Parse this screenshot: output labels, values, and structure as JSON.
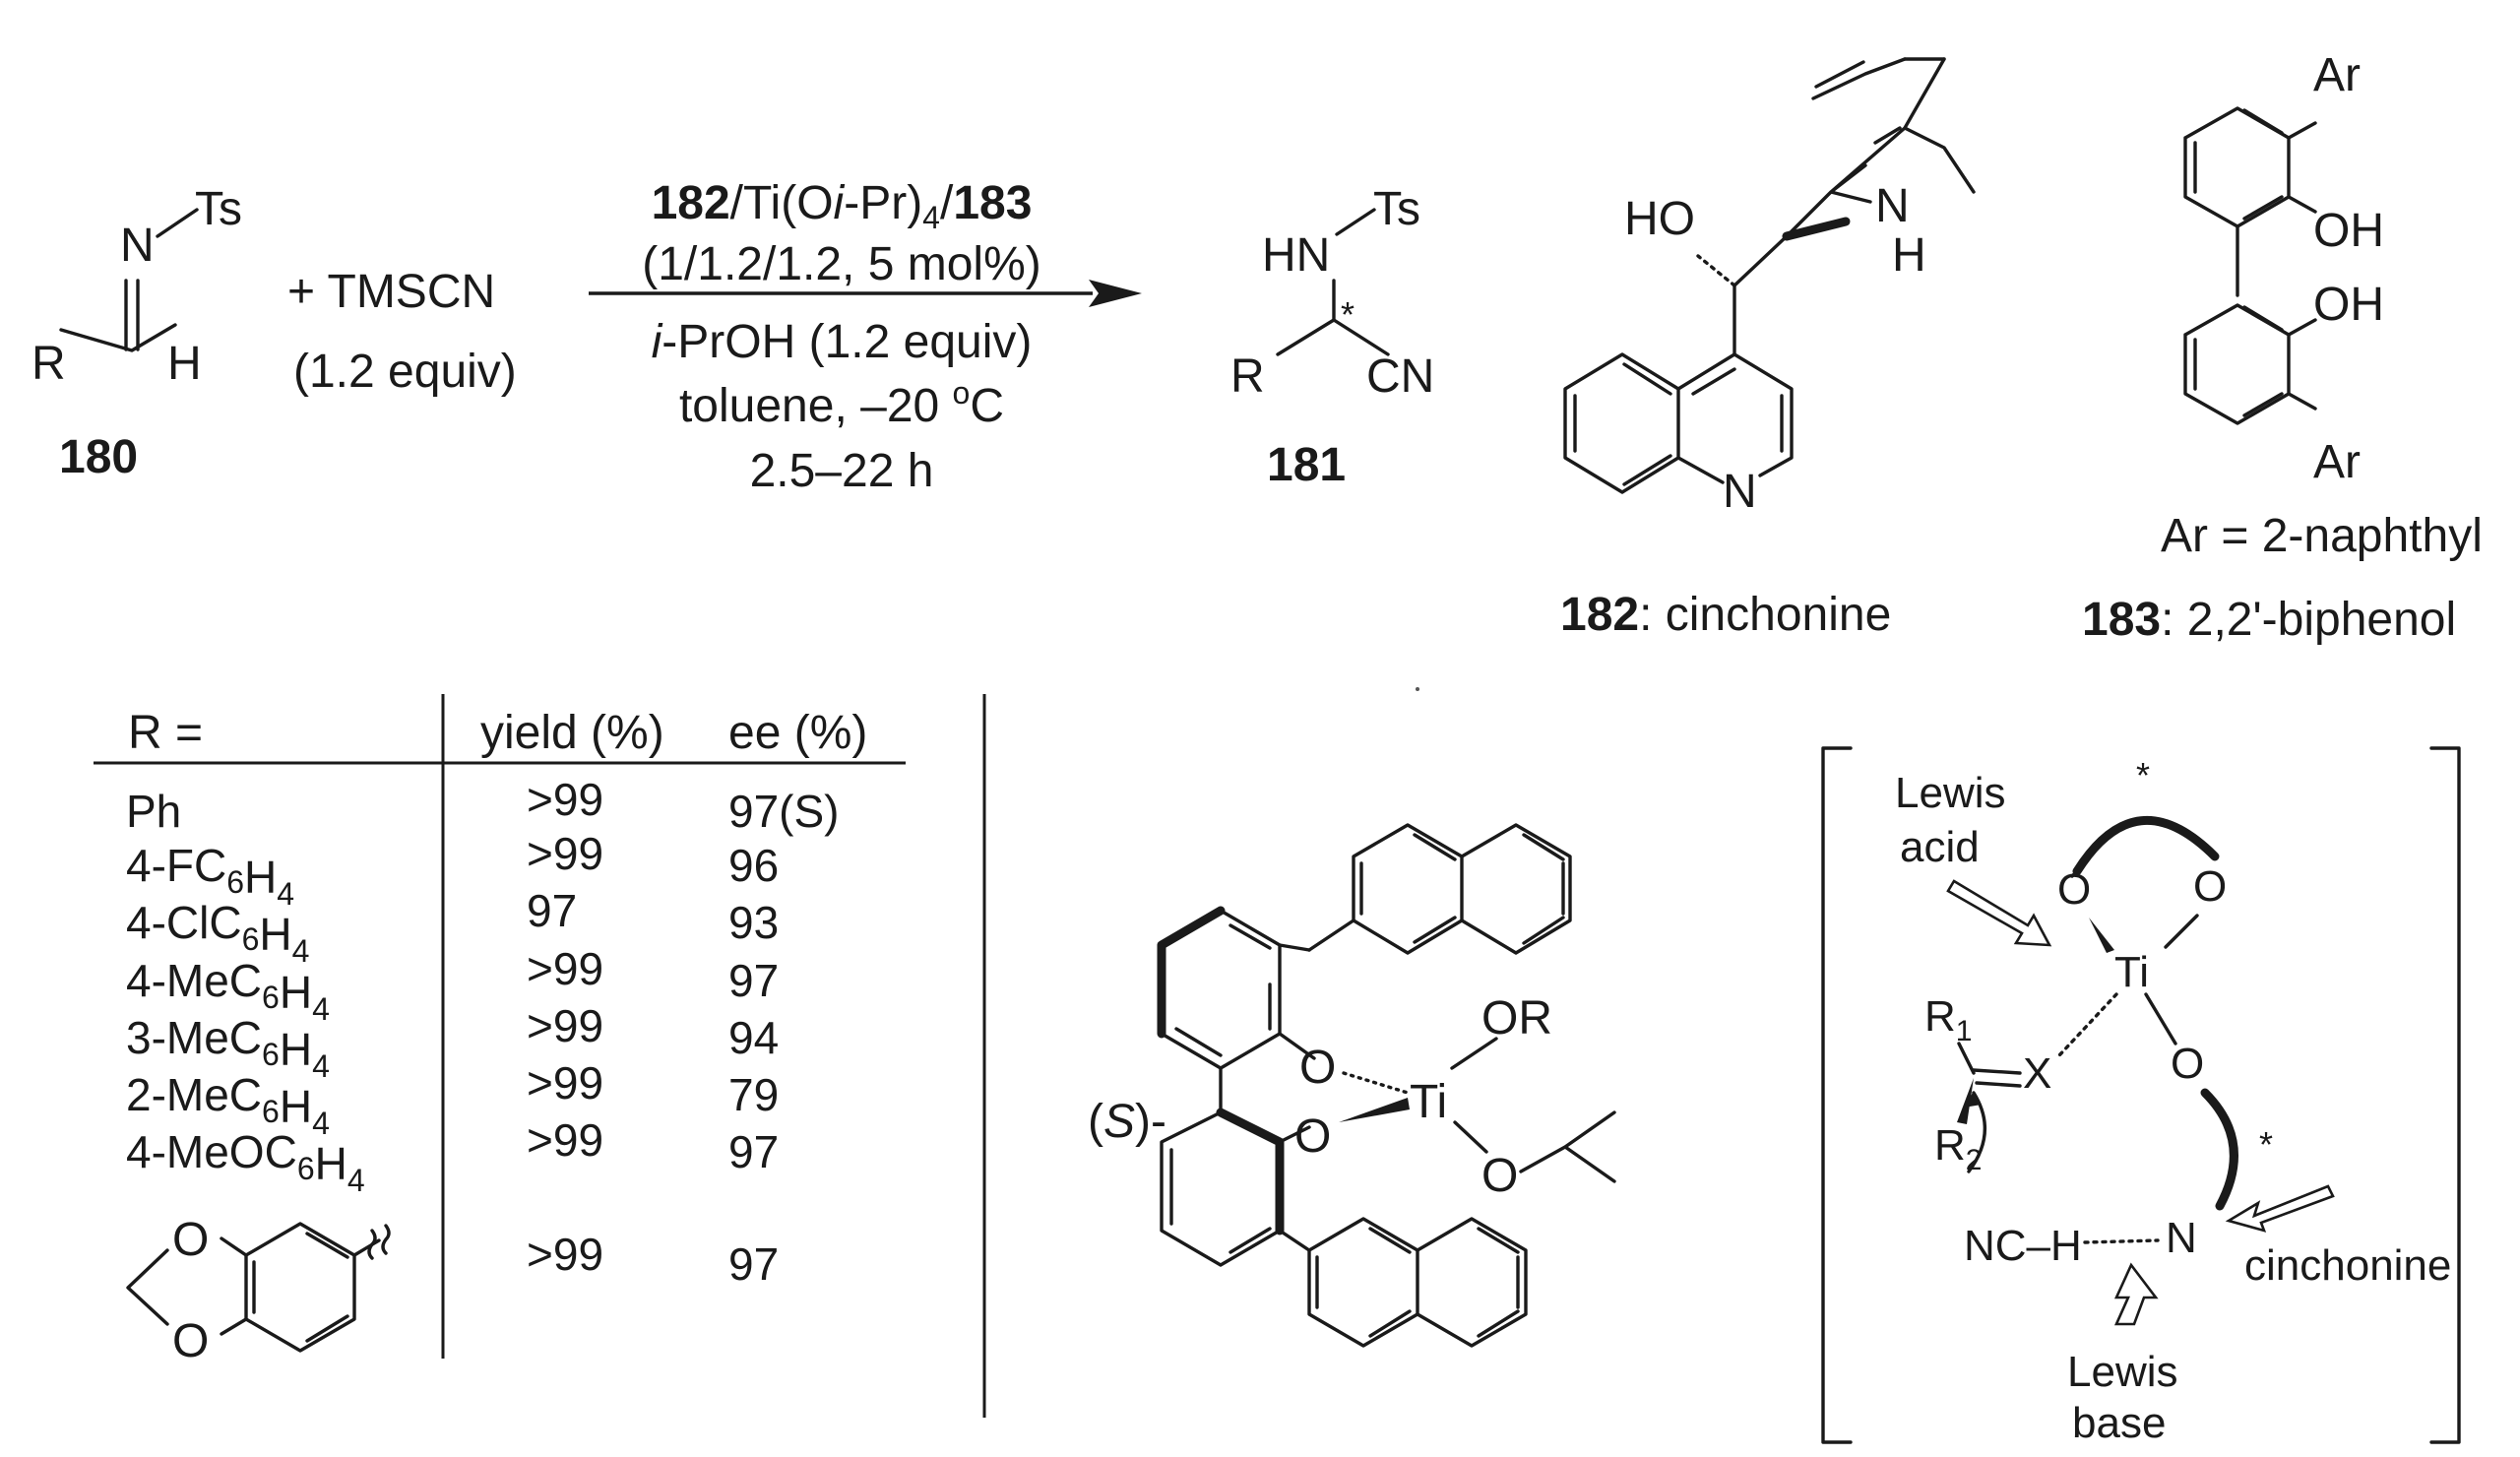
{
  "reaction": {
    "substrate": {
      "label": "180",
      "n": "N",
      "ts": "Ts",
      "r": "R",
      "h": "H"
    },
    "reagent": {
      "name": "+ TMSCN",
      "equiv": "(1.2 equiv)"
    },
    "conditions": {
      "line1_b1": "182",
      "line1_mid": "/Ti(O",
      "line1_i": "i",
      "line1_pr": "-Pr)",
      "line1_sub": "4",
      "line1_slash": "/",
      "line1_b2": "183",
      "line2": "(1/1.2/1.2, 5 mol%)",
      "line3_i": "i",
      "line3_rest": "-PrOH (1.2 equiv)",
      "line4_pre": "toluene, –20 ",
      "line4_sup": "o",
      "line4_post": "C",
      "line5": "2.5–22 h"
    },
    "product": {
      "label": "181",
      "hn": "HN",
      "ts": "Ts",
      "star": "*",
      "r": "R",
      "cn": "CN"
    }
  },
  "catalysts": {
    "c182": {
      "ho": "HO",
      "n_ring": "N",
      "n_quin": "N",
      "h": "H",
      "caption_num": "182",
      "caption_text": ": cinchonine"
    },
    "c183": {
      "ar_top": "Ar",
      "oh1": "OH",
      "oh2": "OH",
      "ar_bot": "Ar",
      "ar_def": "Ar = 2-naphthyl",
      "caption_num": "183",
      "caption_text": ": 2,2'-biphenol"
    }
  },
  "table": {
    "headers": {
      "r": "R =",
      "yield": "yield (%)",
      "ee": "ee (%)"
    },
    "rows": [
      {
        "r_main": "Ph",
        "r_parts": [
          [
            "Ph",
            ""
          ]
        ],
        "yield": ">99",
        "ee": "97(S)"
      },
      {
        "r_parts": [
          [
            "4-FC",
            "6"
          ],
          [
            "H",
            "4"
          ]
        ],
        "yield": ">99",
        "ee": "96"
      },
      {
        "r_parts": [
          [
            "4-ClC",
            "6"
          ],
          [
            "H",
            "4"
          ]
        ],
        "yield": "97",
        "ee": "93"
      },
      {
        "r_parts": [
          [
            "4-MeC",
            "6"
          ],
          [
            "H",
            "4"
          ]
        ],
        "yield": ">99",
        "ee": "97"
      },
      {
        "r_parts": [
          [
            "3-MeC",
            "6"
          ],
          [
            "H",
            "4"
          ]
        ],
        "yield": ">99",
        "ee": "94"
      },
      {
        "r_parts": [
          [
            "2-MeC",
            "6"
          ],
          [
            "H",
            "4"
          ]
        ],
        "yield": ">99",
        "ee": "79"
      },
      {
        "r_parts": [
          [
            "4-MeOC",
            "6"
          ],
          [
            "H",
            "4"
          ]
        ],
        "yield": ">99",
        "ee": "97"
      },
      {
        "r_parts": [],
        "yield": ">99",
        "ee": "97"
      }
    ],
    "benzodioxole": {
      "o1": "O",
      "o2": "O"
    }
  },
  "ti_complex": {
    "s": "S",
    "s_paren_l": "(",
    "s_paren_r": ")-",
    "o1": "O",
    "o2": "O",
    "ti": "Ti",
    "or": "OR",
    "o3": "O"
  },
  "mechanism": {
    "lewis_acid": [
      "Lewis",
      "acid"
    ],
    "star_top": "*",
    "o_left": "O",
    "o_right": "O",
    "ti": "Ti",
    "o_low": "O",
    "r1": "R",
    "r1_sub": "1",
    "r2": "R",
    "r2_sub": "2",
    "x": "X",
    "star_low": "*",
    "nc_h": "NC–H",
    "n": "N",
    "cinchonine": "cinchonine",
    "lewis_base": [
      "Lewis",
      "base"
    ]
  }
}
